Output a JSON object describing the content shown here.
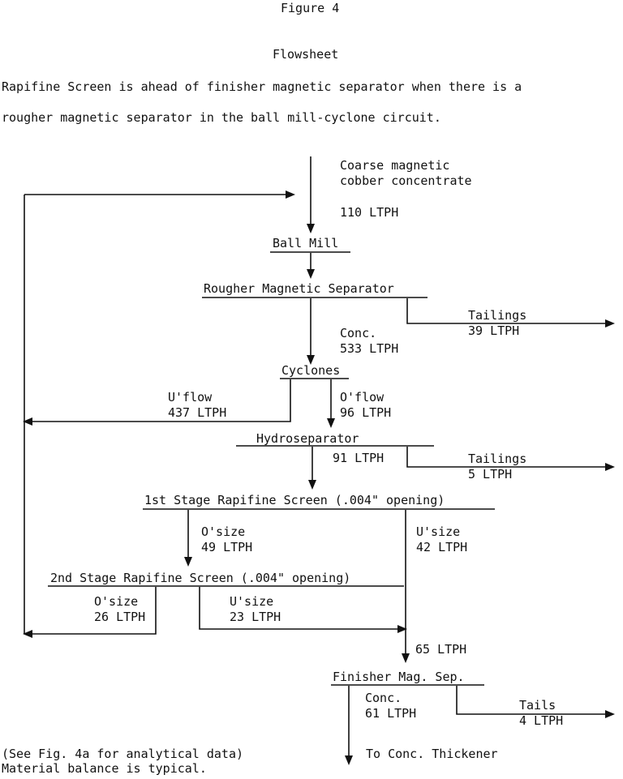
{
  "header": {
    "figure_title": "Figure 4",
    "subtitle": "Flowsheet",
    "description_line1": "Rapifine Screen is ahead of finisher magnetic separator when there is a",
    "description_line2": "rougher magnetic separator in the ball mill-cyclone circuit."
  },
  "feed": {
    "line1": "Coarse magnetic",
    "line2": "cobber concentrate",
    "rate": "110 LTPH"
  },
  "nodes": {
    "ball_mill": "Ball Mill",
    "rougher": "Rougher Magnetic Separator",
    "cyclones": "Cyclones",
    "hydroseparator": "Hydroseparator",
    "screen1": "1st Stage Rapifine Screen (.004\" opening)",
    "screen2": "2nd Stage Rapifine Screen (.004\" opening)",
    "finisher": "Finisher Mag. Sep."
  },
  "flows": {
    "rougher_tail_label": "Tailings",
    "rougher_tail_rate": "39 LTPH",
    "rougher_conc_label": "Conc.",
    "rougher_conc_rate": "533 LTPH",
    "uflow_label": "U'flow",
    "uflow_rate": "437 LTPH",
    "oflow_label": "O'flow",
    "oflow_rate": "96 LTPH",
    "hydro_rate": "91 LTPH",
    "hydro_tail_label": "Tailings",
    "hydro_tail_rate": "5 LTPH",
    "s1_osize_label": "O'size",
    "s1_osize_rate": "49 LTPH",
    "s1_usize_label": "U'size",
    "s1_usize_rate": "42 LTPH",
    "s2_osize_label": "O'size",
    "s2_osize_rate": "26 LTPH",
    "s2_usize_label": "U'size",
    "s2_usize_rate": "23 LTPH",
    "combined_rate": "65 LTPH",
    "fin_conc_label": "Conc.",
    "fin_conc_rate": "61 LTPH",
    "fin_tail_label": "Tails",
    "fin_tail_rate": "4 LTPH",
    "to_thickener": "To Conc. Thickener"
  },
  "footer": {
    "note1": "(See Fig. 4a for analytical data)",
    "note2": "Material balance is typical."
  }
}
